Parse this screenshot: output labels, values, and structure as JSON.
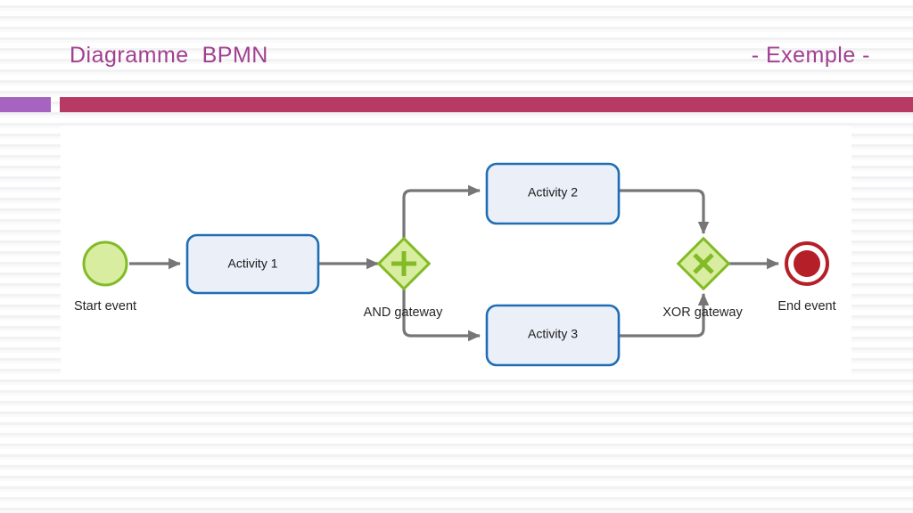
{
  "slide": {
    "title_left": "Diagramme  BPMN",
    "title_right": "- Exemple -",
    "accent_purple": "#a663bf",
    "accent_crimson": "#b63a63",
    "title_color": "#a23f8f"
  },
  "diagram": {
    "type": "bpmn-process",
    "nodes": {
      "start_event": {
        "label": "Start event",
        "shape": "circle",
        "fill": "#d9eda0",
        "stroke": "#82bb26"
      },
      "activity_1": {
        "label": "Activity 1",
        "shape": "rounded-rect",
        "fill": "#eaeff8",
        "stroke": "#1f6eb5"
      },
      "and_gateway": {
        "label": "AND gateway",
        "shape": "diamond",
        "marker": "plus",
        "fill": "#d9eda0",
        "stroke": "#82bb26"
      },
      "activity_2": {
        "label": "Activity 2",
        "shape": "rounded-rect",
        "fill": "#eaeff8",
        "stroke": "#1f6eb5"
      },
      "activity_3": {
        "label": "Activity 3",
        "shape": "rounded-rect",
        "fill": "#eaeff8",
        "stroke": "#1f6eb5"
      },
      "xor_gateway": {
        "label": "XOR gateway",
        "shape": "diamond",
        "marker": "cross",
        "fill": "#d9eda0",
        "stroke": "#82bb26"
      },
      "end_event": {
        "label": "End event",
        "shape": "double-circle",
        "fill": "#b51f28",
        "stroke": "#b51f28"
      }
    },
    "flows": [
      {
        "from": "start_event",
        "to": "activity_1"
      },
      {
        "from": "activity_1",
        "to": "and_gateway"
      },
      {
        "from": "and_gateway",
        "to": "activity_2"
      },
      {
        "from": "and_gateway",
        "to": "activity_3"
      },
      {
        "from": "activity_2",
        "to": "xor_gateway"
      },
      {
        "from": "activity_3",
        "to": "xor_gateway"
      },
      {
        "from": "xor_gateway",
        "to": "end_event"
      }
    ],
    "flow_color": "#767676"
  }
}
